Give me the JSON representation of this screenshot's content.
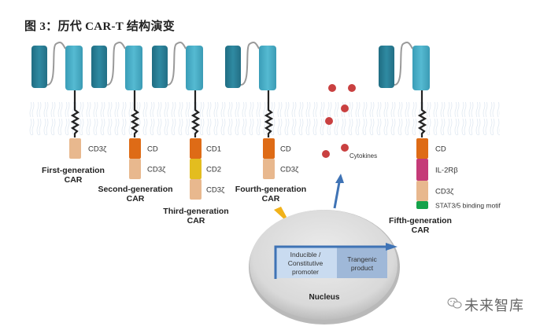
{
  "title": "图 3：历代 CAR-T 结构演变",
  "colors": {
    "domain_dark": "#2a7f96",
    "domain_light": "#48afc8",
    "linker": "#9a9a9a",
    "tail": "#222222",
    "membrane": "#cfdcea",
    "cd3z": "#e8b88e",
    "cd_costim": "#de6b16",
    "cd2": "#e3bd1f",
    "il2rb": "#c53b78",
    "stat": "#16a24a",
    "cytokine": "#c94040",
    "arrow": "#3f73b5",
    "bolt": "#f1b21a",
    "nucleus": "#dcdcdc",
    "promoter_box": "#c9dbf0",
    "product_box": "#9fb8d8"
  },
  "generations": [
    {
      "name": "First-generation",
      "sub": "CAR",
      "segments": [
        {
          "label": "CD3ζ",
          "type": "cd3z"
        }
      ]
    },
    {
      "name": "Second-generation",
      "sub": "CAR",
      "segments": [
        {
          "label": "CD",
          "type": "cd_costim"
        },
        {
          "label": "CD3ζ",
          "type": "cd3z"
        }
      ]
    },
    {
      "name": "Third-generation",
      "sub": "CAR",
      "segments": [
        {
          "label": "CD1",
          "type": "cd_costim"
        },
        {
          "label": "CD2",
          "type": "cd2"
        },
        {
          "label": "CD3ζ",
          "type": "cd3z"
        }
      ]
    },
    {
      "name": "Fourth-generation",
      "sub": "CAR",
      "segments": [
        {
          "label": "CD",
          "type": "cd_costim"
        },
        {
          "label": "CD3ζ",
          "type": "cd3z"
        }
      ]
    },
    {
      "name": "Fifth-generation",
      "sub": "CAR",
      "segments": [
        {
          "label": "CD",
          "type": "cd_costim"
        },
        {
          "label": "IL-2Rβ",
          "type": "il2rb"
        },
        {
          "label": "CD3ζ",
          "type": "cd3z"
        },
        {
          "label": "STAT3/5 binding motif",
          "type": "stat"
        }
      ]
    }
  ],
  "cytokines_label": "Cytokines",
  "nucleus": {
    "label": "Nucleus",
    "promoter": [
      "Inducible /",
      "Constitutive",
      "promoter"
    ],
    "product": [
      "Trangenic",
      "product"
    ]
  },
  "watermark": "未来智库"
}
